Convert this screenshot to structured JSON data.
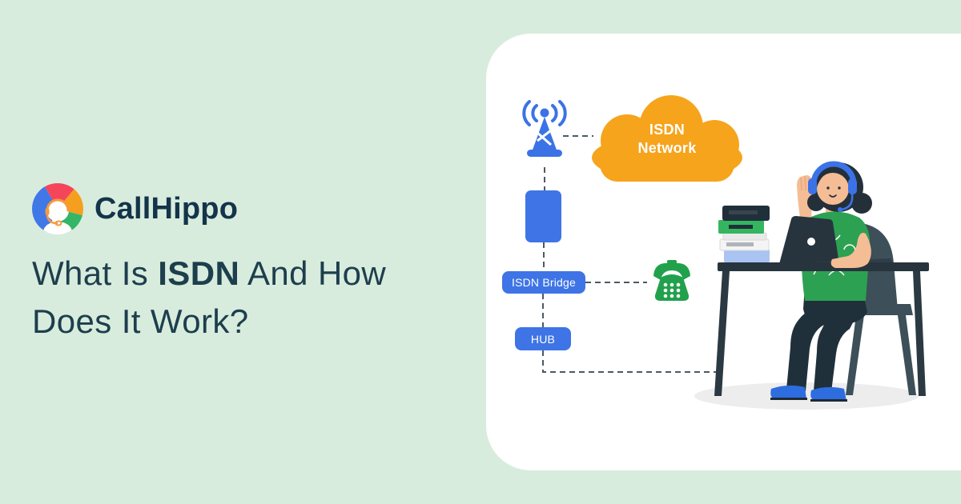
{
  "brand": {
    "name": "CallHippo",
    "logo_icon": "callhippo-headset-logo-icon",
    "logo_colors": {
      "blue": "#4178e8",
      "red": "#f4455a",
      "orange": "#f59f1e",
      "green": "#34b567",
      "headset": "#f59a3e"
    }
  },
  "headline": {
    "line1_pre": "What Is ",
    "line1_bold": "ISDN",
    "line1_post": " And How",
    "line2": "Does It Work?"
  },
  "diagram": {
    "cloud": {
      "label_line1": "ISDN",
      "label_line2": "Network",
      "color": "#f6a41c"
    },
    "bridge_label": "ISDN Bridge",
    "hub_label": "HUB",
    "node_color": "#3e74e6",
    "icons": {
      "tower": "radio-tower-icon",
      "phone": "telephone-icon",
      "modem": "modem-box"
    },
    "phone_color": "#22a14d",
    "connector_style": "dashed"
  },
  "colors": {
    "background": "#d8ecdd",
    "card": "#ffffff",
    "headline_text": "#1d3e4d",
    "connector": "#4b5a63",
    "desk": "#27343d",
    "shirt": "#2ca152",
    "skin": "#f5bd95",
    "headphones": "#3b72e8"
  }
}
